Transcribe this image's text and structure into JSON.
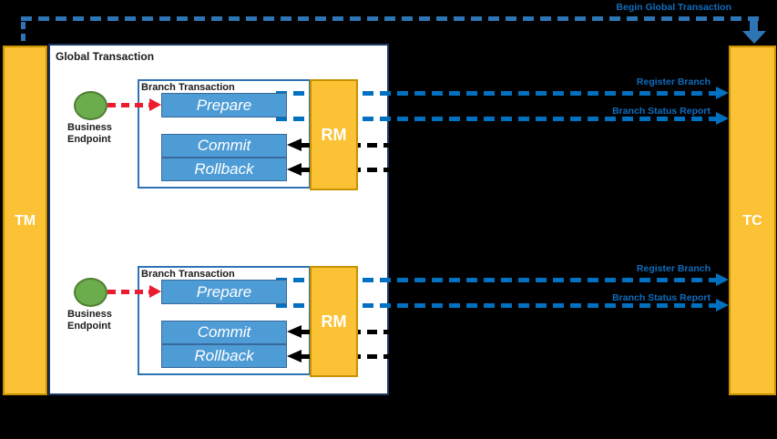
{
  "colors": {
    "background": "#000000",
    "panel": "#FFFFFF",
    "amber": "#FCC235",
    "amber_border": "#C79100",
    "process_fill": "#4E9CD6",
    "process_border": "#38699B",
    "branch_border": "#2E74B5",
    "global_border": "#1F3864",
    "endpoint_fill": "#6BAD4C",
    "endpoint_border": "#4F7E32",
    "red_arrow": "#EC1B2E",
    "blue_flow": "#0070C0",
    "begin_flow": "#2E75B6",
    "flow_label": "#0F6CBF",
    "black_arrow": "#000000"
  },
  "actors": {
    "tm": "TM",
    "tc": "TC"
  },
  "global_transaction": {
    "label": "Global Transaction"
  },
  "begin_flow": {
    "label": "Begin Global Transaction"
  },
  "branches": [
    {
      "box_label": "Branch Transaction",
      "endpoint_label": "Business Endpoint",
      "prepare": "Prepare",
      "commit": "Commit",
      "rollback": "Rollback",
      "rm": "RM",
      "register_label": "Register Branch",
      "status_label": "Branch Status Report"
    },
    {
      "box_label": "Branch Transaction",
      "endpoint_label": "Business Endpoint",
      "prepare": "Prepare",
      "commit": "Commit",
      "rollback": "Rollback",
      "rm": "RM",
      "register_label": "Register Branch",
      "status_label": "Branch Status Report"
    }
  ]
}
